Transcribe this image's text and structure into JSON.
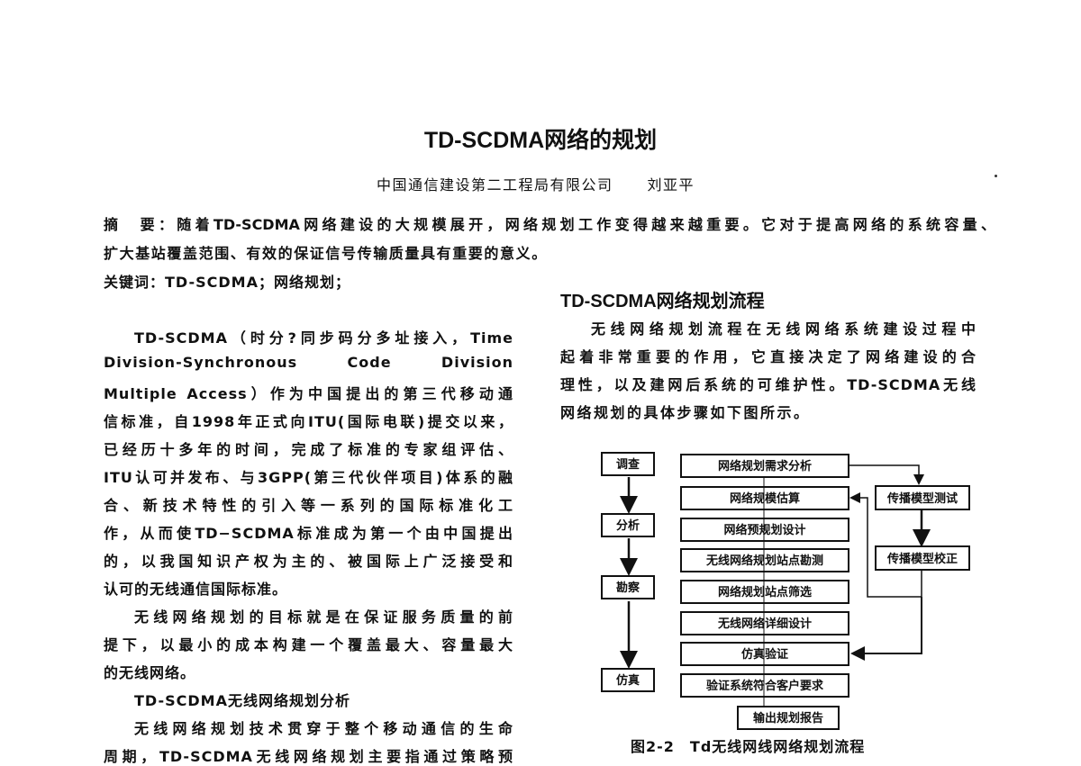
{
  "title": "TD-SCDMA网络的规划",
  "author": {
    "affiliation": "中国通信建设第二工程局有限公司",
    "name": "刘亚平"
  },
  "abstract": {
    "lines": [
      "摘　要：随着TD-SCDMA网络建设的大规模展开，网络规划工作变得越来越重要。它对于提高网络的系统容量、",
      "扩大基站覆盖范围、有效的保证信号传输质量具有重要的意义。"
    ],
    "keywords": "关键词：TD-SCDMA；网络规划；"
  },
  "left_column": [
    "TD-SCDMA（时分?同步码分多址接入，Time",
    "Division-Synchronous Code Division",
    "Multiple Access）作为中国提出的第三代移动通",
    "信标准，自1998年正式向ITU(国际电联)提交以来，",
    "已经历十多年的时间，完成了标准的专家组评估、",
    "ITU认可并发布、与3GPP(第三代伙伴项目)体系的融",
    "合、新技术特性的引入等一系列的国际标准化工",
    "作，从而使TD−SCDMA标准成为第一个由中国提出",
    "的，以我国知识产权为主的、被国际上广泛接受和",
    "认可的无线通信国际标准。",
    "无线网络规划的目标就是在保证服务质量的前",
    "提下，以最小的成本构建一个覆盖最大、容量最大",
    "的无线网络。",
    "TD-SCDMA无线网络规划分析",
    "无线网络规划技术贯穿于整个移动通信的生命",
    "周期，TD-SCDMA无线网络规划主要指通过策略预"
  ],
  "right_column": {
    "heading": "TD-SCDMA网络规划流程",
    "lines": [
      "无线网络规划流程在无线网络系统建设过程中",
      "起着非常重要的作用，它直接决定了网络建设的合",
      "理性，以及建网后系统的可维护性。TD-SCDMA无线",
      "网络规划的具体步骤如下图所示。"
    ]
  },
  "diagram": {
    "phases": [
      "调查",
      "分析",
      "勘察",
      "仿真"
    ],
    "steps": [
      "网络规划需求分析",
      "网络规模估算",
      "网络预规划设计",
      "无线网络规划站点勘测",
      "网络规划站点筛选",
      "无线网络详细设计",
      "仿真验证",
      "验证系统符合客户要求"
    ],
    "output": "输出规划报告",
    "model": [
      "传播模型测试",
      "传播模型校正"
    ],
    "caption": "图2-2　Td无线网线网络规划流程"
  }
}
